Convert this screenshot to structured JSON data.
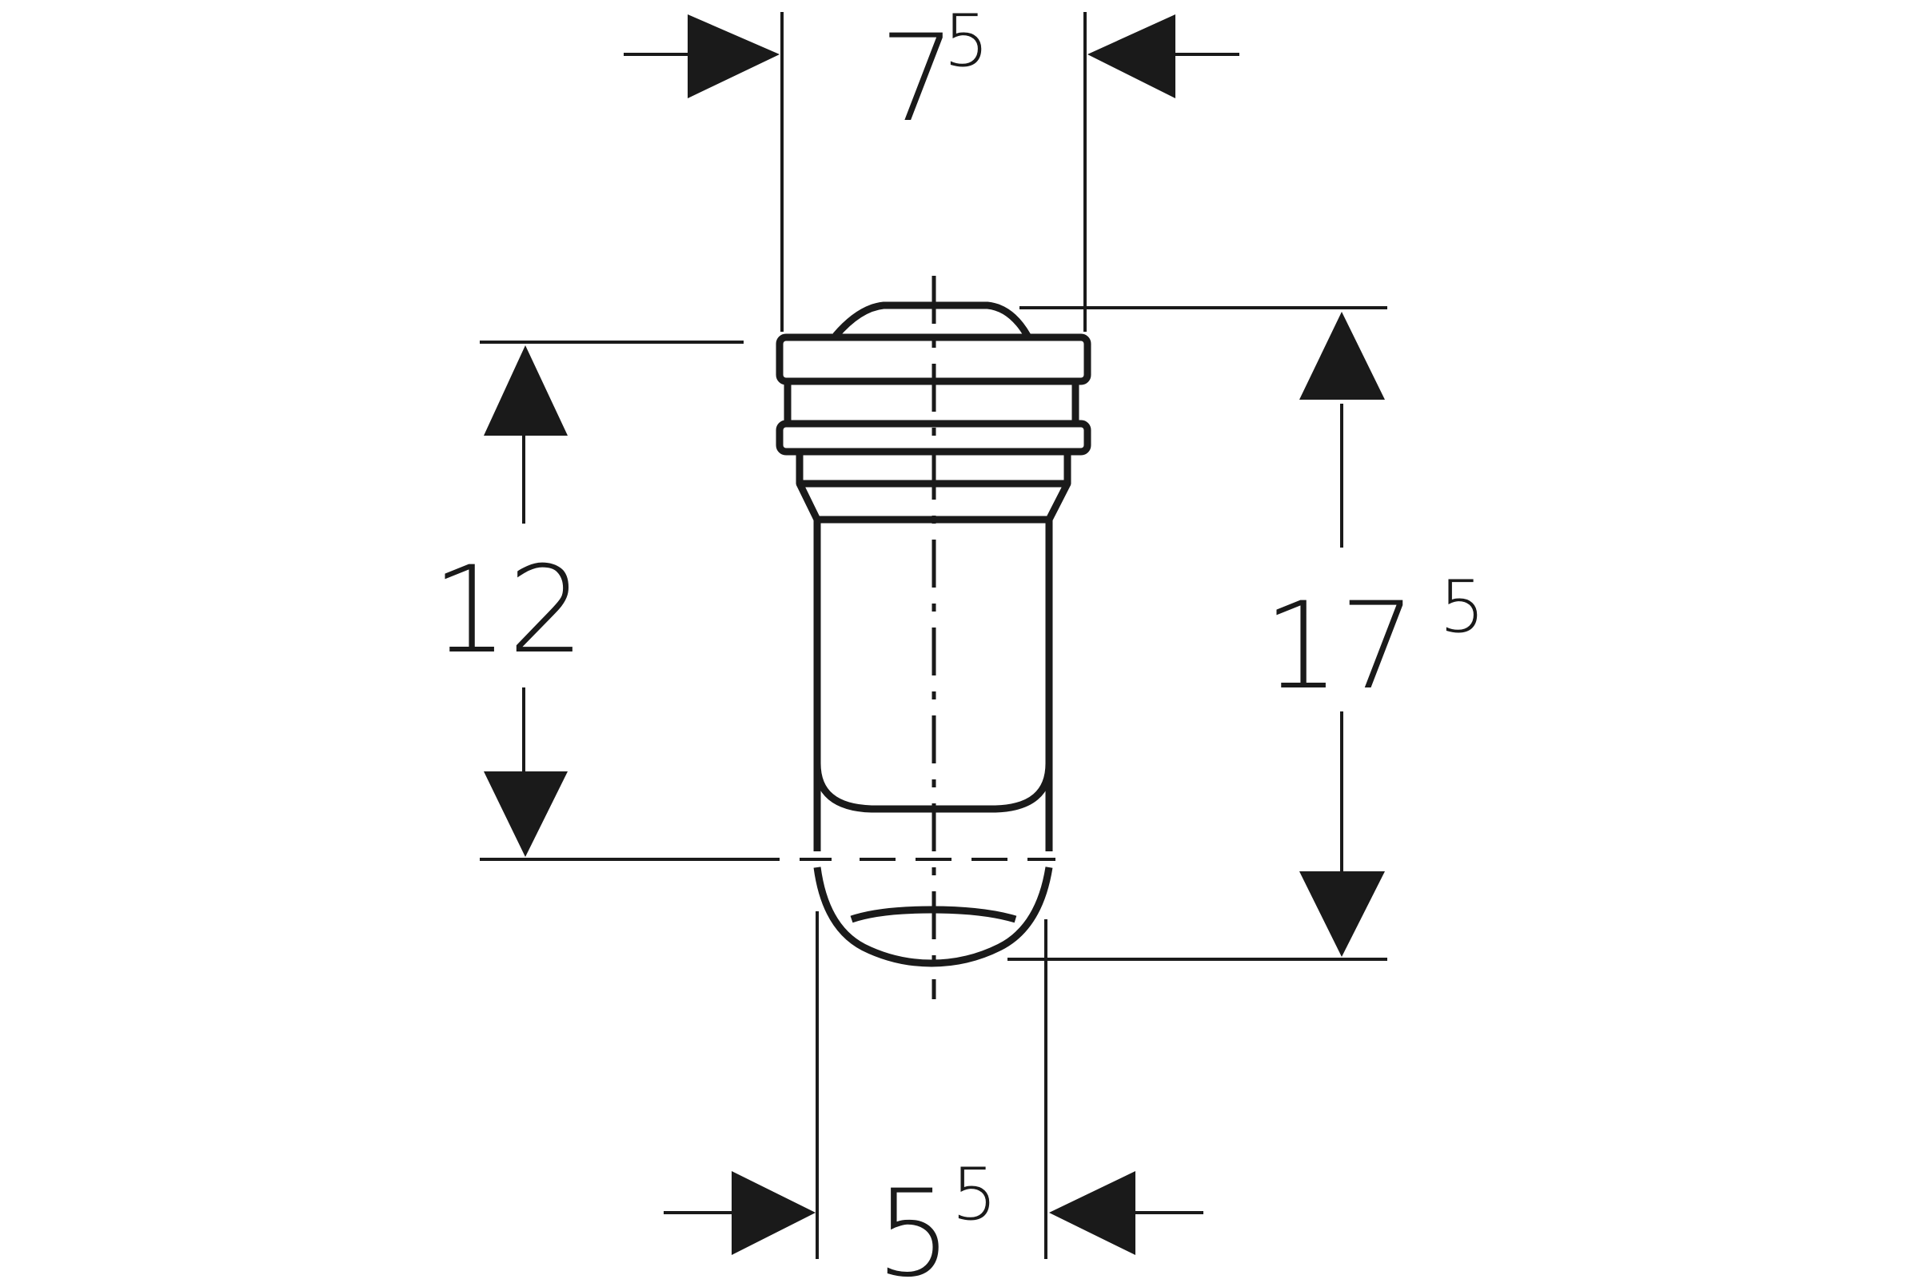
{
  "dimensions": {
    "top_width": {
      "main": "7",
      "sup": "5"
    },
    "bottom_width": {
      "main": "5",
      "sup": "5"
    },
    "left_height": {
      "main": "12",
      "sup": ""
    },
    "right_height": {
      "main": "17",
      "sup": "5"
    }
  },
  "colors": {
    "stroke": "#1a1a1a",
    "background": "#ffffff"
  }
}
